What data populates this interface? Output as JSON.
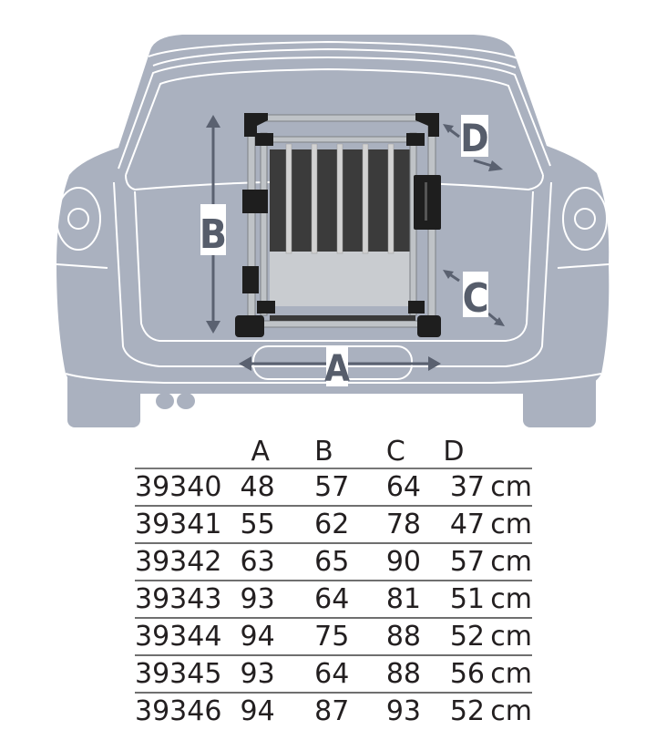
{
  "diagram": {
    "subject": "Car boot rear view with transport crate",
    "dimension_labels": {
      "A": "A",
      "B": "B",
      "C": "C",
      "D": "D"
    },
    "colors": {
      "car_body": "#aab1bf",
      "car_outline": "#ffffff",
      "arrow": "#5a6170",
      "crate_frame": "#1f1f1f",
      "crate_bars": "#c8c8c8",
      "crate_back": "#3b3b3b",
      "crate_panel": "#c9c9c9"
    }
  },
  "table": {
    "headers": [
      "",
      "A",
      "B",
      "C",
      "D",
      ""
    ],
    "unit": "cm",
    "rows": [
      {
        "article": "39340",
        "A": "48",
        "B": "57",
        "C": "64",
        "D": "37",
        "unit": "cm"
      },
      {
        "article": "39341",
        "A": "55",
        "B": "62",
        "C": "78",
        "D": "47",
        "unit": "cm"
      },
      {
        "article": "39342",
        "A": "63",
        "B": "65",
        "C": "90",
        "D": "57",
        "unit": "cm"
      },
      {
        "article": "39343",
        "A": "93",
        "B": "64",
        "C": "81",
        "D": "51",
        "unit": "cm"
      },
      {
        "article": "39344",
        "A": "94",
        "B": "75",
        "C": "88",
        "D": "52",
        "unit": "cm"
      },
      {
        "article": "39345",
        "A": "93",
        "B": "64",
        "C": "88",
        "D": "56",
        "unit": "cm"
      },
      {
        "article": "39346",
        "A": "94",
        "B": "87",
        "C": "93",
        "D": "52",
        "unit": "cm"
      }
    ]
  }
}
